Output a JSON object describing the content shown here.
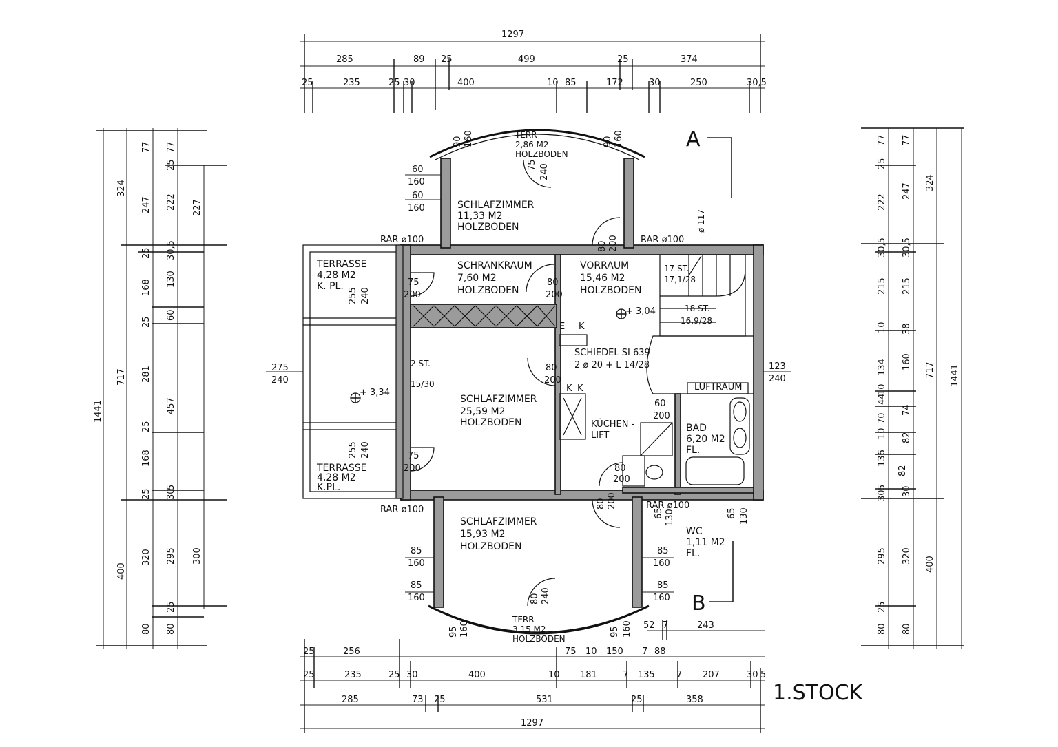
{
  "sheet": {
    "title": "1.STOCK",
    "section_a": "A",
    "section_b": "B"
  },
  "rooms": [
    {
      "lines": [
        "SCHLAFZIMMER",
        "11,33 M2",
        "HOLZBODEN"
      ]
    },
    {
      "lines": [
        "SCHRANKRAUM",
        "7,60 M2",
        "HOLZBODEN"
      ]
    },
    {
      "lines": [
        "VORRAUM",
        "15,46 M2",
        "HOLZBODEN"
      ]
    },
    {
      "lines": [
        "SCHLAFZIMMER",
        "25,59 M2",
        "HOLZBODEN"
      ]
    },
    {
      "lines": [
        "SCHLAFZIMMER",
        "15,93 M2",
        "HOLZBODEN"
      ]
    },
    {
      "lines": [
        "TERRASSE",
        "4,28 M2",
        "K. PL."
      ]
    },
    {
      "lines": [
        "TERRASSE",
        "4,28 M2",
        "K.PL."
      ]
    },
    {
      "lines": [
        "BAD",
        "6,20 M2",
        "FL."
      ]
    },
    {
      "lines": [
        "WC",
        "1,11 M2",
        "FL."
      ]
    },
    {
      "lines": [
        "TERR",
        "2,86 M2",
        "HOLZBODEN"
      ]
    },
    {
      "lines": [
        "TERR",
        "3,15 M2",
        "HOLZBODEN"
      ]
    },
    {
      "lines": [
        "LUFTRAUM"
      ]
    },
    {
      "lines": [
        "KÜCHEN -",
        "LIFT"
      ]
    }
  ],
  "labels": {
    "rar_nw": "RAR ø100",
    "rar_ne": "RAR ø100",
    "rar_sw": "RAR ø100",
    "rar_se": "RAR ø100",
    "chimney_1": "SCHIEDEL SI 639",
    "chimney_2": "2 ø 20 + L 14/28",
    "stair_top_1": "17 ST.",
    "stair_top_2": "17,1/28",
    "stair_mid_1": "18 ST.",
    "stair_mid_2": "16,9/28",
    "stair_w_1": "2 ST.",
    "stair_w_2": "15/30",
    "level_1": "+ 3,04",
    "level_2": "+ 3,34",
    "ek_1": "E",
    "ek_2": "K",
    "kk_1": "K",
    "kk_2": "K",
    "dia_117": "ø 117"
  },
  "dims_top": {
    "overall": "1297",
    "row1": [
      "285",
      "89",
      "25",
      "499",
      "25",
      "374"
    ],
    "row2": [
      "25",
      "235",
      "25",
      "30",
      "400",
      "10",
      "85",
      "172",
      "30",
      "250",
      "30,5"
    ]
  },
  "dims_bottom": {
    "overall": "1297",
    "row1": [
      "25",
      "256",
      "52",
      "7",
      "243"
    ],
    "row2": [
      "75",
      "10",
      "150",
      "7",
      "88"
    ],
    "row3": [
      "25",
      "235",
      "25",
      "30",
      "400",
      "10",
      "181",
      "7",
      "135",
      "7",
      "207",
      "30",
      "5"
    ],
    "row4": [
      "285",
      "73",
      "25",
      "531",
      "25",
      "358"
    ]
  },
  "dims_left": {
    "overall": "1441",
    "col1": [
      "324",
      "717",
      "400"
    ],
    "col2": [
      "77",
      "247",
      "25",
      "168",
      "25",
      "281",
      "25",
      "168",
      "25",
      "320",
      "80"
    ],
    "col3": [
      "77",
      "25",
      "222",
      "30,5",
      "130",
      "60",
      "457",
      "5",
      "30",
      "295",
      "25",
      "80"
    ],
    "col4": [
      "227",
      "300"
    ]
  },
  "dims_right": {
    "overall": "1441",
    "col1": [
      "324",
      "717",
      "400"
    ],
    "col2": [
      "77",
      "247",
      "30,5",
      "215",
      "38",
      "160",
      "74",
      "82",
      "30",
      "320",
      "80"
    ],
    "col3": [
      "77",
      "25",
      "222",
      "30,5",
      "215",
      "10",
      "134",
      "10",
      "44",
      "70",
      "10",
      "136",
      "82",
      "5",
      "30",
      "295",
      "25",
      "80"
    ]
  },
  "openings": {
    "o1": [
      "60",
      "160"
    ],
    "o2": [
      "60",
      "160"
    ],
    "o3": [
      "85",
      "160"
    ],
    "o4": [
      "85",
      "160"
    ],
    "o5": [
      "85",
      "160"
    ],
    "o6": [
      "85",
      "160"
    ],
    "o7": [
      "275",
      "240"
    ],
    "o8": [
      "123",
      "240"
    ],
    "o9": [
      "255",
      "240"
    ],
    "o10": [
      "255",
      "240"
    ],
    "o11": [
      "75",
      "200"
    ],
    "o12": [
      "75",
      "200"
    ],
    "o13": [
      "80",
      "200"
    ],
    "o14": [
      "80",
      "200"
    ],
    "o15": [
      "60",
      "200"
    ],
    "o16": [
      "80",
      "200"
    ],
    "o17": [
      "80",
      "200"
    ],
    "o18": [
      "80",
      "200"
    ],
    "o19": [
      "75",
      "240"
    ],
    "o20": [
      "80",
      "240"
    ],
    "o21": [
      "65",
      "130"
    ],
    "o22": [
      "65",
      "130"
    ],
    "o23": [
      "90",
      "160"
    ],
    "o24": [
      "90",
      "160"
    ],
    "o25": [
      "95",
      "160"
    ],
    "o26": [
      "95",
      "160"
    ]
  }
}
